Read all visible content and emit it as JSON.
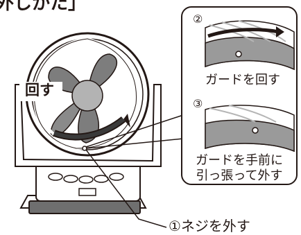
{
  "heading_partial": "外しかた」",
  "fan_label": "回す",
  "step2": {
    "number": "②",
    "caption": "ガードを回す"
  },
  "step3": {
    "number": "③",
    "caption_line1": "ガードを手前に",
    "caption_line2": "引っ張って外す"
  },
  "step1": {
    "text": "①ネジを外す"
  },
  "colors": {
    "ink": "#231815",
    "gray_band": "#9a9a9a",
    "blade_gray": "#7d7d7d",
    "hub_gray": "#b3b3b3",
    "arrow_dark": "#3a3a3a"
  },
  "icons": [
    "fan-illustration",
    "rotate-arrow-icon",
    "screw-icon",
    "guard-ring-icon"
  ]
}
